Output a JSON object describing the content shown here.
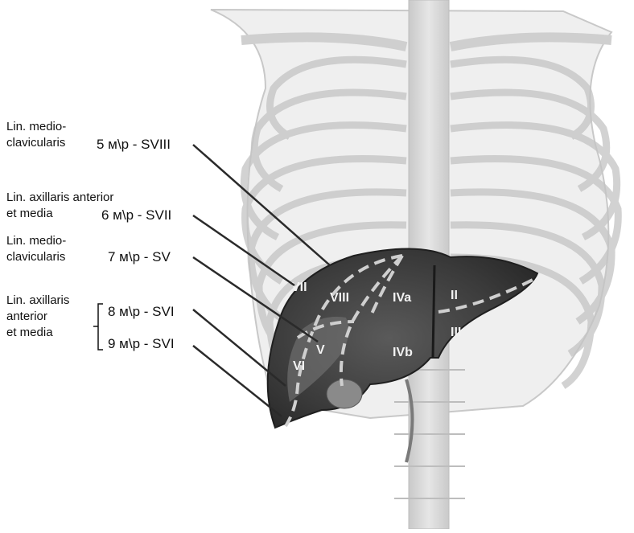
{
  "left_labels": {
    "l1_line1": "Lin. medio-",
    "l1_line2": "clavicularis",
    "l2_line1": "Lin. axillaris anterior",
    "l2_line2": "et media",
    "l3_line1": "Lin. medio-",
    "l3_line2": "clavicularis",
    "l4_line1": "Lin. axillaris",
    "l4_line2": "anterior",
    "l4_line3": "et media"
  },
  "levels": [
    "5 м\\р -  SVIII",
    "6 м\\р -  SVII",
    "7 м\\р  - SV",
    "8 м\\р - SVI",
    "9 м\\р - SVI"
  ],
  "segments": [
    "VII",
    "VIII",
    "IVa",
    "II",
    "V",
    "IVb",
    "III",
    "VI"
  ],
  "colors": {
    "text": "#111111",
    "liver": "#3d3d3d",
    "bone": "#d8d8d8",
    "dashed": "#cfcfcf"
  }
}
